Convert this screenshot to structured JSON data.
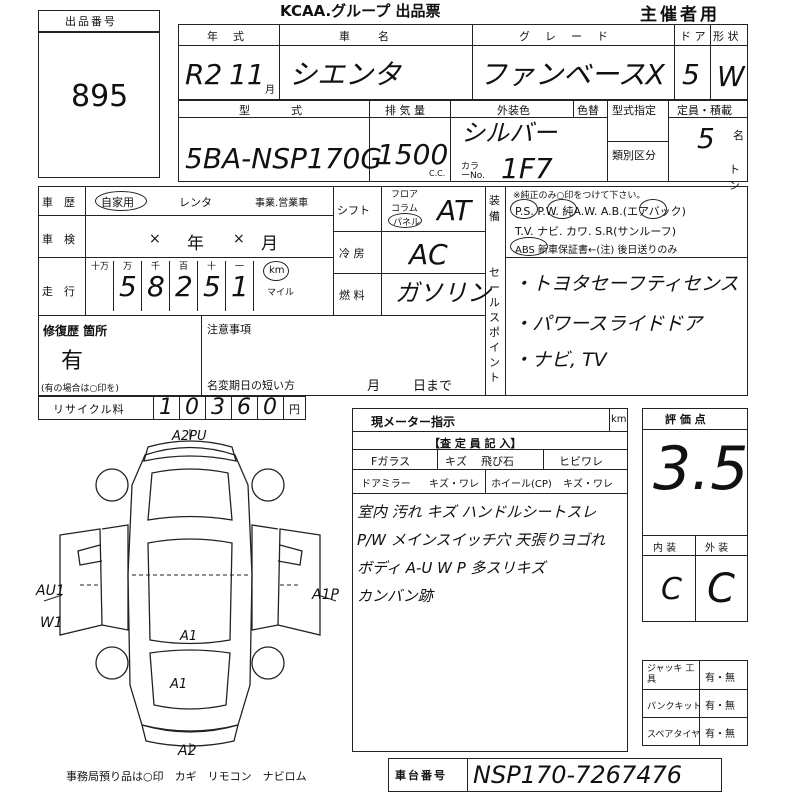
{
  "header": {
    "title": "KCAA.グループ 出品票",
    "organizer": "主催者用",
    "lot_label": "出品番号",
    "lot_number": "895"
  },
  "row1": {
    "year_label": "年　式",
    "car_name_label": "車　　名",
    "grade_label": "グ　レ　ー　ド",
    "doors_label": "ド ア",
    "shape_label": "形 状",
    "year_era": "R2",
    "year_month": "11",
    "month_unit": "月",
    "car_name": "シエンタ",
    "grade": "ファンベースX",
    "doors": "5",
    "shape": "W"
  },
  "row2": {
    "model_label": "型　　　式",
    "displacement_label": "排 気 量",
    "color_label": "外装色",
    "color_change_label": "色替",
    "type_spec_label": "型式指定",
    "capacity_label": "定員・積載",
    "category_label": "類別区分",
    "model": "5BA-NSP170G",
    "displacement": "1500",
    "cc_unit": "C.C.",
    "color": "シルバー",
    "color_code_label": "カラーNo.",
    "color_code": "1F7",
    "capacity": "5",
    "capacity_unit": "名",
    "load_unit": "トン"
  },
  "history": {
    "history_label": "車　歴",
    "private_label": "自家用",
    "rental_label": "レンタ",
    "business_label": "事業.営業車",
    "inspection_label": "車　検",
    "year_unit": "年",
    "month_unit": "月",
    "inspection_year": "×",
    "inspection_month": "×",
    "mileage_label": "走　行",
    "digit_labels": [
      "十万",
      "万",
      "千",
      "百",
      "十",
      "一"
    ],
    "mileage_digits": [
      "5",
      "8",
      "2",
      "5",
      "1"
    ],
    "km_label": "km",
    "mile_label": "マイル",
    "repair_label": "修復歴 箇所",
    "repair_value": "有",
    "repair_note": "(有の場合は○印を)",
    "notes_label": "注意事項",
    "name_change_label": "名変期日の短い方",
    "name_change_month": "月",
    "name_change_day": "日まで",
    "recycle_label": "リサイクル料",
    "recycle_digits": [
      "1",
      "0",
      "3",
      "6",
      "0"
    ],
    "yen_unit": "円"
  },
  "drivetrain": {
    "shift_label": "シフト",
    "floor_label": "フロア",
    "column_label": "コラム",
    "panel_label": "パネル",
    "shift_value": "AT",
    "ac_label": "冷 房",
    "ac_value": "AC",
    "fuel_label": "燃 料",
    "fuel_value": "ガソリン"
  },
  "equipment": {
    "side_label": "装備",
    "sales_label": "セールスポイント",
    "note": "※純正のみ○印をつけて下さい。",
    "line1": "P.S. P.W. 純A.W. A.B.(エアバック)",
    "line2": "T.V. ナビ. カワ. S.R(サンルーフ)",
    "line3": "ABS  新車保証書←(注) 後日送りのみ",
    "points": [
      "・トヨタセーフティセンス",
      "・パワースライドドア",
      "・ナビ, TV"
    ]
  },
  "inspection": {
    "meter_label": "現メーター指示",
    "km_unit": "km",
    "inspector_label": "【査 定 員 記 入】",
    "glass_label": "Fガラス",
    "glass_items": [
      "キズ",
      "飛び石",
      "ヒビワレ"
    ],
    "mirror_label": "ドアミラー",
    "mirror_items": "キズ・ワレ",
    "wheel_label": "ホイール(CP)",
    "wheel_items": "キズ・ワレ",
    "comments": [
      "室内 汚れ キズ ハンドルシートスレ",
      "P/W メインスイッチ穴 天張りヨゴれ",
      "ボディ A-U W P 多スリキズ",
      "カンバン跡"
    ]
  },
  "score": {
    "score_label": "評 価 点",
    "score_value": "3.5",
    "interior_label": "内 装",
    "exterior_label": "外 装",
    "interior_value": "C",
    "exterior_value": "C"
  },
  "tools": {
    "jack_label": "ジャッキ 工具",
    "puncture_label": "パンクキット",
    "spare_label": "スペアタイヤ",
    "choice": "有・無"
  },
  "diagram": {
    "marks": [
      "A2PU",
      "A1",
      "A1",
      "A2"
    ],
    "left_marks": [
      "AU1",
      "W1"
    ],
    "right_mark": "A1P"
  },
  "footer": {
    "office_note": "事務局預り品は○印　カギ　リモコン　ナビロム",
    "chassis_label": "車台番号",
    "chassis_number": "NSP170-7267476"
  }
}
